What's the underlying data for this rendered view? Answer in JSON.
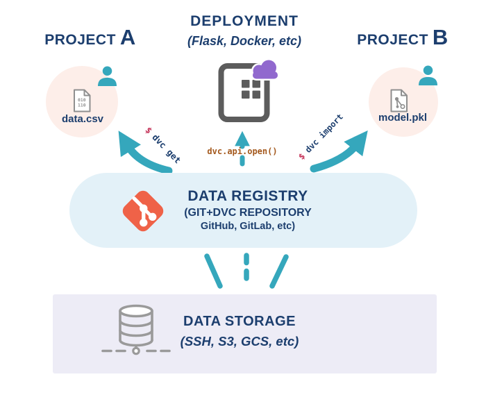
{
  "colors": {
    "navy": "#1c3e6e",
    "teal": "#35a7bc",
    "command_red": "#c43157",
    "api_orange": "#a4591d",
    "git_orange": "#ef6248",
    "project_circle_bg": "#fdeee9",
    "registry_bg": "#e3f1f8",
    "storage_bg": "#edecf6",
    "device_gray": "#5c5c5c",
    "file_icon_gray": "#8f8f8f",
    "database_gray": "#9a9a9a",
    "cloud_purple": "#9169ce"
  },
  "project_a": {
    "label": "PROJECT",
    "letter": "A",
    "file_name": "data.csv",
    "file_icon_bits_line1": "010",
    "file_icon_bits_line2": "110"
  },
  "deployment": {
    "title": "DEPLOYMENT",
    "subtitle": "(Flask, Docker, etc)"
  },
  "project_b": {
    "label": "PROJECT",
    "letter": "B",
    "file_name": "model.pkl"
  },
  "commands": {
    "dvc_get": {
      "prefix": "$",
      "command": "dvc get"
    },
    "api_open": {
      "command": "dvc.api.open()"
    },
    "dvc_import": {
      "prefix": "$",
      "command": "dvc import"
    }
  },
  "registry": {
    "title": "DATA REGISTRY",
    "subtitle_line1": "(GIT+DVC REPOSITORY",
    "subtitle_line2": "GitHub, GitLab, etc)"
  },
  "storage": {
    "title": "DATA STORAGE",
    "subtitle": "(SSH, S3, GCS, etc)"
  }
}
